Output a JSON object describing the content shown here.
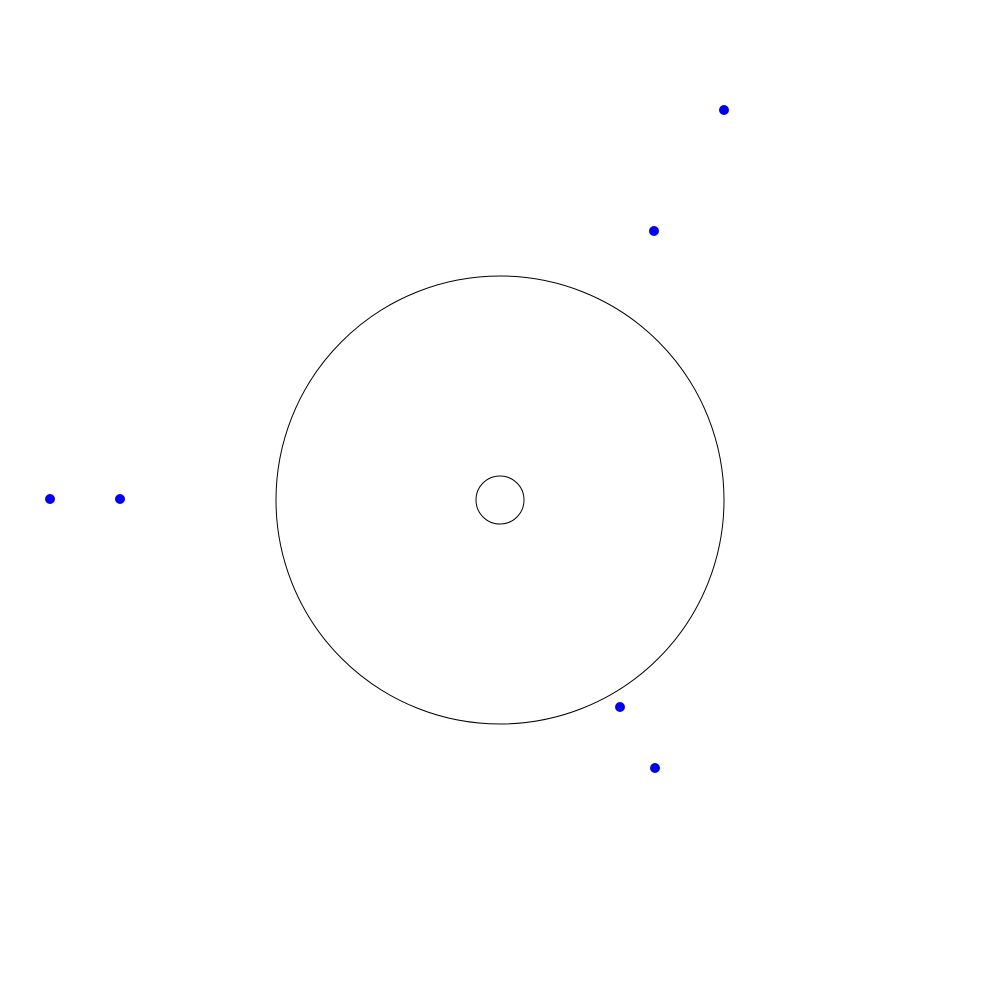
{
  "colors": {
    "background": "#ffffff",
    "circle_stroke": "#000000",
    "point_fill": "#0000ee"
  },
  "shapes": {
    "outer_circle": {
      "shape": "circle",
      "fill": "none"
    },
    "inner_circle": {
      "shape": "circle",
      "fill": "none"
    }
  },
  "points": {
    "count": 6,
    "shape": "dot"
  }
}
